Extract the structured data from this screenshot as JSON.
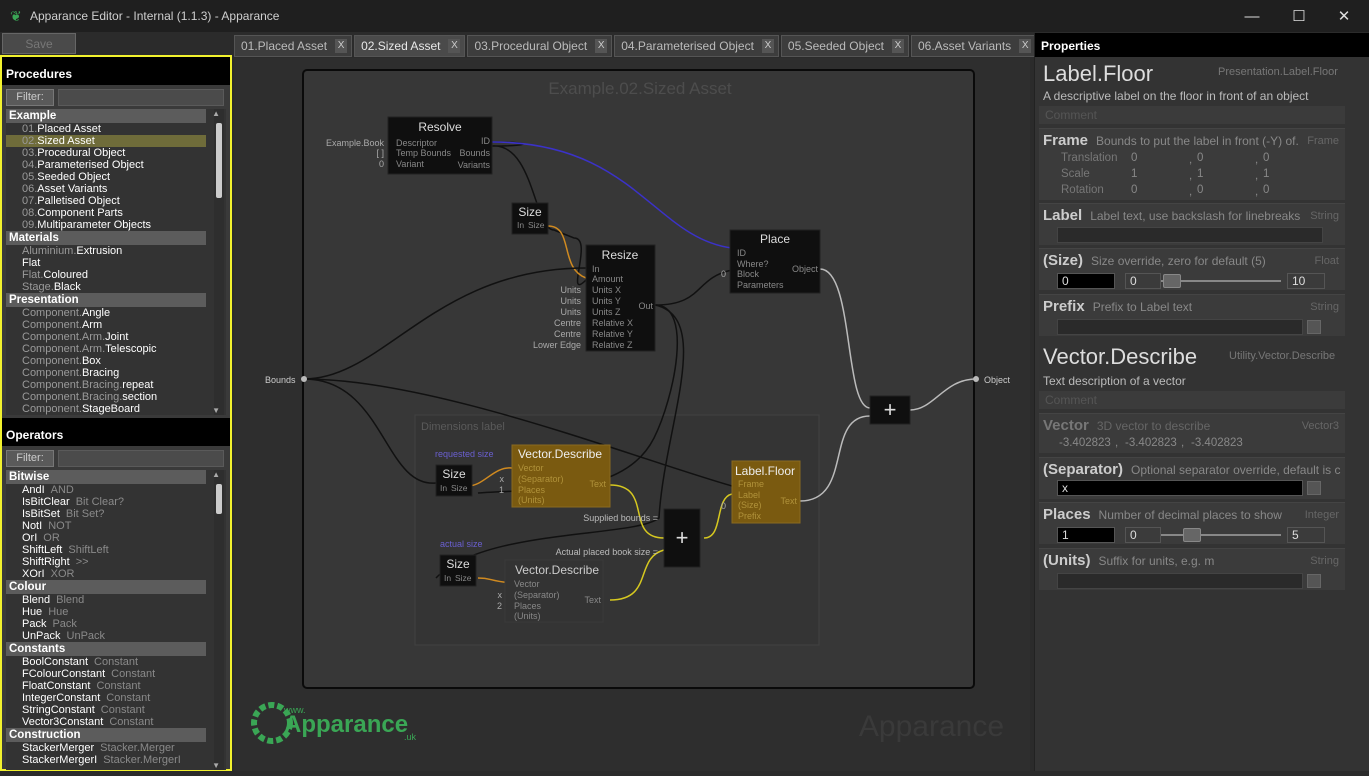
{
  "window": {
    "title": "Apparance Editor - Internal (1.1.3) - Apparance",
    "min": "—",
    "max": "☐",
    "close": "✕"
  },
  "toolbar": {
    "save": "Save"
  },
  "tabs": [
    {
      "label": "01.Placed Asset"
    },
    {
      "label": "02.Sized Asset"
    },
    {
      "label": "03.Procedural Object"
    },
    {
      "label": "04.Parameterised Object"
    },
    {
      "label": "05.Seeded Object"
    },
    {
      "label": "06.Asset Variants"
    }
  ],
  "tab_close": "X",
  "procedures": {
    "header": "Procedures",
    "filter": "Filter:",
    "example_cat": "Example",
    "example": [
      {
        "pre": "01.",
        "name": "Placed Asset"
      },
      {
        "pre": "02.",
        "name": "Sized Asset"
      },
      {
        "pre": "03.",
        "name": "Procedural Object"
      },
      {
        "pre": "04.",
        "name": "Parameterised Object"
      },
      {
        "pre": "05.",
        "name": "Seeded Object"
      },
      {
        "pre": "06.",
        "name": "Asset Variants"
      },
      {
        "pre": "07.",
        "name": "Palletised Object"
      },
      {
        "pre": "08.",
        "name": "Component Parts"
      },
      {
        "pre": "09.",
        "name": "Multiparameter Objects"
      }
    ],
    "materials_cat": "Materials",
    "materials": [
      {
        "pre": "Aluminium.",
        "name": "Extrusion"
      },
      {
        "pre": "",
        "name": "Flat"
      },
      {
        "pre": "Flat.",
        "name": "Coloured"
      },
      {
        "pre": "Stage.",
        "name": "Black"
      }
    ],
    "presentation_cat": "Presentation",
    "presentation": [
      {
        "pre": "Component.",
        "name": "Angle"
      },
      {
        "pre": "Component.",
        "name": "Arm"
      },
      {
        "pre": "Component.Arm.",
        "name": "Joint"
      },
      {
        "pre": "Component.Arm.",
        "name": "Telescopic"
      },
      {
        "pre": "Component.",
        "name": "Box"
      },
      {
        "pre": "Component.",
        "name": "Bracing"
      },
      {
        "pre": "Component.Bracing.",
        "name": "repeat"
      },
      {
        "pre": "Component.Bracing.",
        "name": "section"
      },
      {
        "pre": "Component.",
        "name": "StageBoard"
      }
    ]
  },
  "operators": {
    "header": "Operators",
    "filter": "Filter:",
    "bitwise_cat": "Bitwise",
    "bitwise": [
      {
        "name": "AndI",
        "sub": "AND"
      },
      {
        "name": "IsBitClear",
        "sub": "Bit Clear?"
      },
      {
        "name": "IsBitSet",
        "sub": "Bit Set?"
      },
      {
        "name": "NotI",
        "sub": "NOT"
      },
      {
        "name": "OrI",
        "sub": "OR"
      },
      {
        "name": "ShiftLeft",
        "sub": "ShiftLeft"
      },
      {
        "name": "ShiftRight",
        "sub": ">>"
      },
      {
        "name": "XOrI",
        "sub": "XOR"
      }
    ],
    "colour_cat": "Colour",
    "colour": [
      {
        "name": "Blend",
        "sub": "Blend"
      },
      {
        "name": "Hue",
        "sub": "Hue"
      },
      {
        "name": "Pack",
        "sub": "Pack"
      },
      {
        "name": "UnPack",
        "sub": "UnPack"
      }
    ],
    "constants_cat": "Constants",
    "constants": [
      {
        "name": "BoolConstant",
        "sub": "Constant"
      },
      {
        "name": "FColourConstant",
        "sub": "Constant"
      },
      {
        "name": "FloatConstant",
        "sub": "Constant"
      },
      {
        "name": "IntegerConstant",
        "sub": "Constant"
      },
      {
        "name": "StringConstant",
        "sub": "Constant"
      },
      {
        "name": "Vector3Constant",
        "sub": "Constant"
      }
    ],
    "construction_cat": "Construction",
    "construction": [
      {
        "name": "StackerMerger",
        "sub": "Stacker.Merger"
      },
      {
        "name": "StackerMergerI",
        "sub": "Stacker.MergerI"
      }
    ]
  },
  "graph": {
    "title": "Example.02.Sized Asset",
    "watermark": "Apparance",
    "logo_small": "www.",
    "logo_main": "Apparance",
    "logo_tld": ".uk",
    "bounds_in": "Bounds",
    "object_out": "Object",
    "group_label": "Dimensions label",
    "resolve": {
      "title": "Resolve",
      "in1": "Descriptor",
      "in2": "Temp Bounds",
      "in3": "Variant",
      "out1": "ID",
      "out2": "Bounds",
      "out3": "Variants",
      "c1": "Example.Book",
      "c2": "[ ]",
      "c3": "0"
    },
    "size1": {
      "title": "Size",
      "in": "In"
    },
    "size1_sub": "Size",
    "resize": {
      "title": "Resize",
      "in": "In",
      "amount": "Amount",
      "ux": "Units X",
      "uy": "Units Y",
      "uz": "Units Z",
      "rx": "Relative X",
      "ry": "Relative Y",
      "rz": "Relative Z",
      "out": "Out",
      "l1": "Units",
      "l2": "Units",
      "l3": "Units",
      "l4": "Centre",
      "l5": "Centre",
      "l6": "Lower Edge"
    },
    "place": {
      "title": "Place",
      "id": "ID",
      "where": "Where?",
      "block": "Block",
      "params": "Parameters",
      "out": "Object",
      "c": "0"
    },
    "vd1": {
      "title": "Vector.Describe",
      "vector": "Vector",
      "sep": "(Separator)",
      "places": "Places",
      "units": "(Units)",
      "text": "Text",
      "cx": "x",
      "c1": "1"
    },
    "vd2": {
      "title": "Vector.Describe",
      "vector": "Vector",
      "sep": "(Separator)",
      "places": "Places",
      "units": "(Units)",
      "text": "Text",
      "cx": "x",
      "c2": "2"
    },
    "size2": {
      "title": "Size",
      "in": "In"
    },
    "size2_sub": "Size",
    "size3": {
      "title": "Size",
      "in": "In"
    },
    "size3_sub": "Size",
    "requested": "requested size",
    "actual": "actual size",
    "supplied": "Supplied bounds =",
    "actualplaced": "Actual placed book size =",
    "labelfloor": {
      "title": "Label.Floor",
      "frame": "Frame",
      "label": "Label",
      "size": "(Size)",
      "prefix": "Prefix",
      "text": "Text",
      "c": "0"
    },
    "plus": "+"
  },
  "properties": {
    "header": "Properties",
    "label_floor": {
      "title": "Label.Floor",
      "type": "Presentation.Label.Floor",
      "desc": "A descriptive label on the floor in front of an object",
      "comment": "Comment"
    },
    "frame": {
      "name": "Frame",
      "hint": "Bounds to put the label in front (-Y) of.",
      "type": "Frame",
      "rows": [
        {
          "label": "Translation",
          "a": "0",
          "b": "0",
          "c": "0"
        },
        {
          "label": "Scale",
          "a": "1",
          "b": "1",
          "c": "1"
        },
        {
          "label": "Rotation",
          "a": "0",
          "b": "0",
          "c": "0"
        }
      ],
      "sep": ","
    },
    "label": {
      "name": "Label",
      "hint": "Label text, use backslash for linebreaks",
      "type": "String"
    },
    "size": {
      "name": "(Size)",
      "hint": "Size override, zero for default (5)",
      "type": "Float",
      "v": "0",
      "min": "0",
      "max": "10"
    },
    "prefix": {
      "name": "Prefix",
      "hint": "Prefix to Label text",
      "type": "String"
    },
    "vector_describe": {
      "title": "Vector.Describe",
      "type": "Utility.Vector.Describe",
      "desc": "Text description of a vector",
      "comment": "Comment"
    },
    "vector": {
      "name": "Vector",
      "hint": "3D vector to describe",
      "type": "Vector3",
      "a": "-3.402823",
      "b": "-3.402823",
      "c": "-3.402823",
      "sep": ","
    },
    "separator": {
      "name": "(Separator)",
      "hint": "Optional separator override, default is c",
      "v": "x"
    },
    "places": {
      "name": "Places",
      "hint": "Number of decimal places to show",
      "type": "Integer",
      "v": "1",
      "min": "0",
      "max": "5"
    },
    "units": {
      "name": "(Units)",
      "hint": "Suffix for units, e.g. m",
      "type": "String"
    }
  },
  "colors": {
    "highlight": "#f2f22e",
    "selected": "#6f6c3a",
    "node_orange": "#7a5a10",
    "wire_blue": "#3b32c8",
    "wire_orange": "#d08a20",
    "wire_yellow": "#d6c820",
    "logo_green": "#3aa655"
  }
}
